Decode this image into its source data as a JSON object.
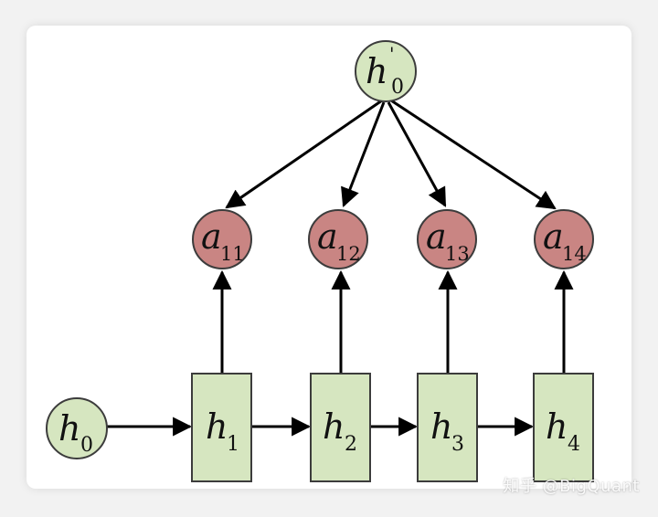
{
  "diagram": {
    "top_node": {
      "base": "h",
      "prime": "'",
      "sub": "0"
    },
    "attention_nodes": [
      {
        "base": "a",
        "sub": "11"
      },
      {
        "base": "a",
        "sub": "12"
      },
      {
        "base": "a",
        "sub": "13"
      },
      {
        "base": "a",
        "sub": "14"
      }
    ],
    "initial_state": {
      "base": "h",
      "sub": "0"
    },
    "hidden_states": [
      {
        "base": "h",
        "sub": "1"
      },
      {
        "base": "h",
        "sub": "2"
      },
      {
        "base": "h",
        "sub": "3"
      },
      {
        "base": "h",
        "sub": "4"
      }
    ]
  },
  "colors": {
    "state_fill": "#d6e6c0",
    "state_stroke": "#3c3c3c",
    "attention_fill": "#c98583",
    "arrow": "#000000"
  },
  "watermark": "知乎 @BigQuant"
}
